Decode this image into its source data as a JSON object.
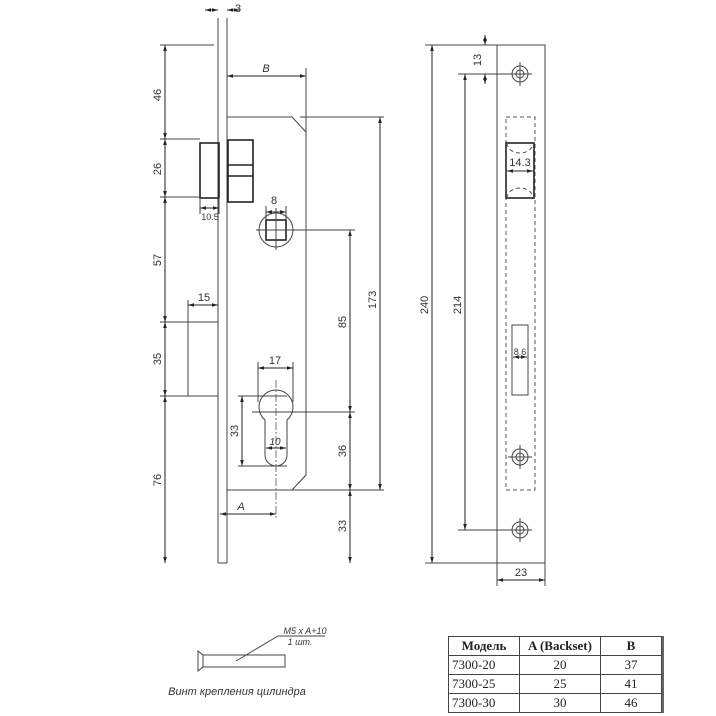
{
  "dimensions": {
    "plate_thickness": "3",
    "backset_B": "B",
    "top_to_latch": "46",
    "latch_height": "26",
    "latch_to_mid": "57",
    "mid_height": "35",
    "bottom": "76",
    "latch_depth": "10.5",
    "spindle_square": "8",
    "mid_depth": "15",
    "spindle_to_cylinder": "85",
    "case_height": "173",
    "cylinder_width": "17",
    "cylinder_height": "33",
    "cylinder_neck": "10",
    "cylinder_to_case_bottom": "36",
    "case_bottom_to_end": "33",
    "backset_A": "A",
    "total_length": "240",
    "screw_spacing": "214",
    "top_to_screw": "13",
    "latch_window": "14.3",
    "bolt_window": "8.6",
    "plate_width": "23"
  },
  "screw": {
    "spec": "M5 x A+10",
    "qty": "1 шт.",
    "caption": "Винт крепления цилиндра"
  },
  "table": {
    "headers": [
      "Модель",
      "A (Backset)",
      "B"
    ],
    "rows": [
      [
        "7300-20",
        "20",
        "37"
      ],
      [
        "7300-25",
        "25",
        "41"
      ],
      [
        "7300-30",
        "30",
        "46"
      ]
    ]
  }
}
